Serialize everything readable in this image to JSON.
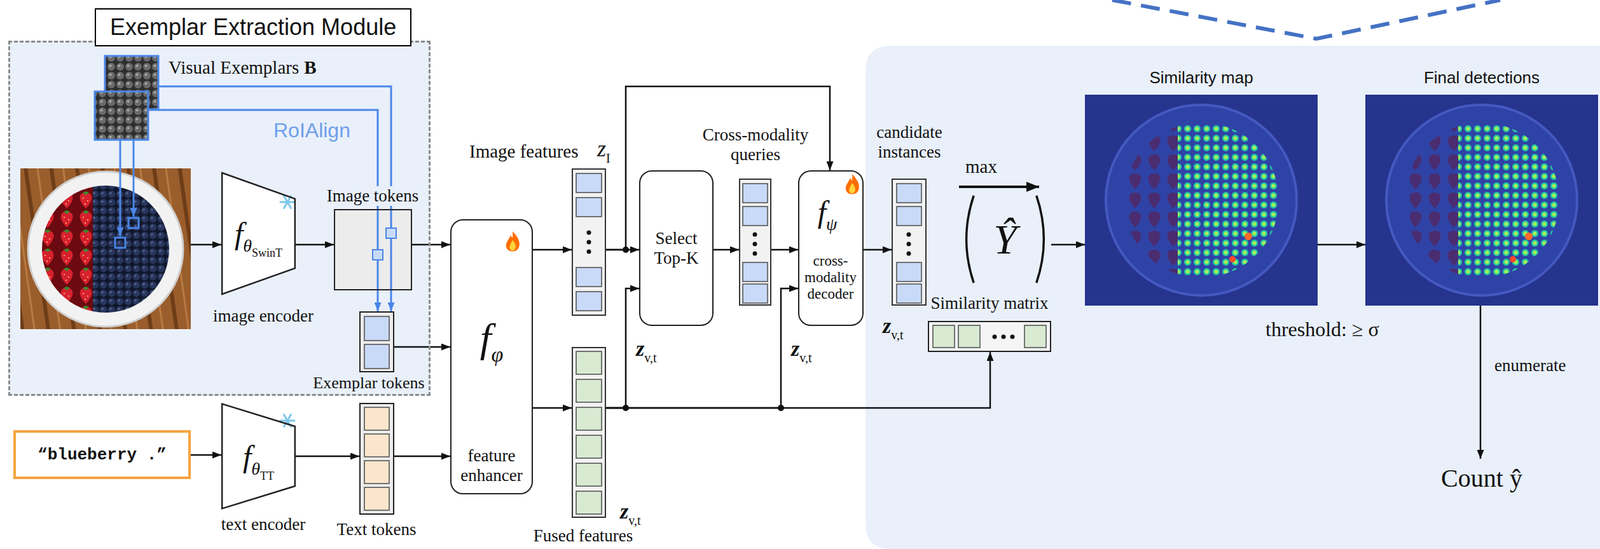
{
  "diagram": {
    "nodes": [
      {
        "text": [
          "Exemplar Extraction Module"
        ]
      },
      {
        "text": [
          "Visual Exemplars",
          "B"
        ],
        "in": 0
      },
      {
        "text": [
          "f",
          "θ",
          "SwinT",
          "image encoder"
        ],
        "in": 0
      },
      {
        "text": [
          "Image tokens"
        ],
        "in": 0
      },
      {
        "text": [
          "Exemplar tokens"
        ],
        "in": 0
      },
      {
        "text": [
          "“blueberry .”"
        ]
      },
      {
        "text": [
          "f",
          "θ",
          "TT",
          "text encoder"
        ]
      },
      {
        "text": [
          "Text tokens"
        ]
      },
      {
        "text": [
          "f",
          "φ",
          "feature enhancer"
        ]
      },
      {
        "text": [
          "Image features",
          "z",
          "I"
        ]
      },
      {
        "text": [
          "z",
          "v,t",
          "Fused features"
        ]
      },
      {
        "text": [
          "Select Top-K"
        ]
      },
      {
        "text": [
          "Cross-modality queries"
        ]
      },
      {
        "text": [
          "f",
          "ψ",
          "cross-modality decoder"
        ]
      },
      {
        "text": [
          "candidate instances"
        ]
      },
      {
        "text": [
          "Similarity matrix"
        ]
      },
      {
        "text": [
          "Ŷ"
        ]
      },
      {
        "text": [
          "Similarity map"
        ]
      },
      {
        "text": [
          "Final detections"
        ]
      },
      {
        "text": [
          "Count ŷ"
        ]
      }
    ],
    "edges": [
      {
        "from": 1,
        "to": 3,
        "arrow": "none",
        "label": "RoIAlign"
      },
      {
        "from": 1,
        "to": 3,
        "arrow": "none"
      },
      {
        "from": 3,
        "to": 4,
        "arrow": "to"
      },
      {
        "from": 3,
        "to": 4,
        "arrow": "to"
      },
      {
        "from": 2,
        "to": 3,
        "arrow": "to"
      },
      {
        "from": 3,
        "to": 8,
        "arrow": "to"
      },
      {
        "from": 4,
        "to": 8,
        "arrow": "to"
      },
      {
        "from": 5,
        "to": 6,
        "arrow": "to"
      },
      {
        "from": 6,
        "to": 7,
        "arrow": "to"
      },
      {
        "from": 7,
        "to": 8,
        "arrow": "to"
      },
      {
        "from": 8,
        "to": 9,
        "arrow": "to"
      },
      {
        "from": 8,
        "to": 10,
        "arrow": "to"
      },
      {
        "from": 9,
        "to": 11,
        "arrow": "to"
      },
      {
        "from": 9,
        "to": 13,
        "arrow": "to"
      },
      {
        "from": 10,
        "to": 11,
        "arrow": "to"
      },
      {
        "from": 10,
        "to": 13,
        "arrow": "to"
      },
      {
        "from": 10,
        "to": 15,
        "arrow": "to"
      },
      {
        "from": 11,
        "to": 12,
        "arrow": "to"
      },
      {
        "from": 12,
        "to": 13,
        "arrow": "to"
      },
      {
        "from": 13,
        "to": 14,
        "arrow": "to"
      },
      {
        "from": 16,
        "to": 17,
        "arrow": "to"
      },
      {
        "from": 17,
        "to": 18,
        "arrow": "to"
      },
      {
        "from": 18,
        "to": 19,
        "arrow": "to",
        "label": "enumerate"
      }
    ],
    "labels": [
      "z",
      "v,t",
      "z",
      "v,t",
      "z",
      "v,t",
      "max",
      "threshold: ≥ σ"
    ]
  }
}
